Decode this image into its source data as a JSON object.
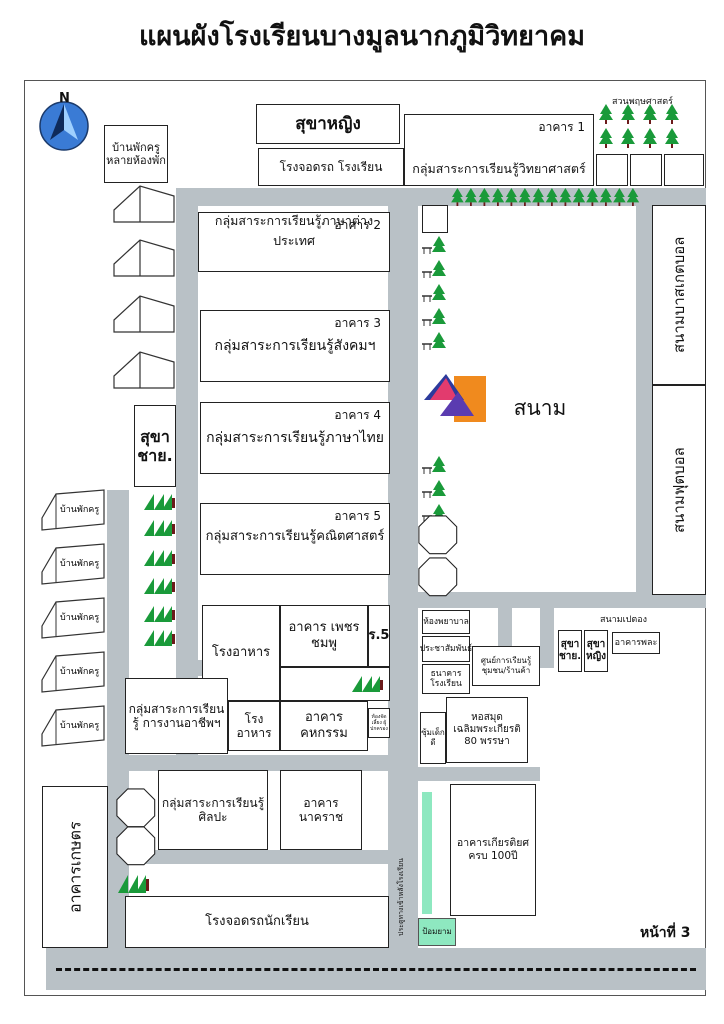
{
  "title": "แผนผังโรงเรียนบางมูลนากภูมิวิทยาคม",
  "compass": {
    "letter": "N",
    "icon": "north-arrow-icon"
  },
  "page_number": "หน้าที่ 3",
  "buildings": {
    "teacher_house_multi": "บ้านพักครู หลายห้องพัก",
    "female_restroom": "สุขาหญิง",
    "school_parking": "โรงจอดรถ โรงเรียน",
    "bld1_num": "อาคาร 1",
    "bld1_name": "กลุ่มสาระการเรียนรู้วิทยาศาสตร์",
    "garden": "สวนพฤษศาสตร์",
    "bld2_num": "อาคาร 2",
    "bld2_name": "กลุ่มสาระการเรียนรู้ภาษาต่างประเทศ",
    "bld3_num": "อาคาร 3",
    "bld3_name": "กลุ่มสาระการเรียนรู้สังคมฯ",
    "bld4_num": "อาคาร 4",
    "bld4_name": "กลุ่มสาระการเรียนรู้ภาษาไทย",
    "bld5_num": "อาคาร 5",
    "bld5_name": "กลุ่มสาระการเรียนรู้คณิตศาสตร์",
    "male_restroom": "สุขา ชาย.",
    "basketball": "สนามบาสเกตบอล",
    "football": "สนามฟุตบอล",
    "field": "สนาม",
    "teacher_house": "บ้านพักครู",
    "canteen1": "โรงอาหาร",
    "phet_building": "อาคาร เพชรชมพู",
    "ror5": "ร.5",
    "vocational": "กลุ่มสาระการเรียนรู้ การงานอาชีพฯ",
    "canteen2": "โรงอาหาร",
    "kahakam": "อาคาร คหกรรม",
    "small_room": "ห้องจัดเลี้ยง ผู้ปกครอง",
    "open_field": "สนามเปตอง",
    "nurse": "ห้องพยาบาล",
    "pr": "ประชาสัมพันธ์",
    "resource": "ศูนย์การเรียนรู้ ชุมชน/ร้านค้า",
    "bank": "ธนาคารโรงเรียน",
    "male_restroom2": "สุขา ชาย.",
    "female_restroom2": "สุขา หญิง",
    "sport_bld": "อาคารพละ",
    "library": "หอสมุดเฉลิมพระเกียรติ 80 พรรษา",
    "guard": "ซุ้มเด็กดี",
    "arts": "กลุ่มสาระการเรียนรู้ ศิลปะ",
    "nakkarat": "อาคาร นาคราช",
    "honor": "อาคารเกียรติยศ ครบ 100ปี",
    "agri": "อาคารเกษตร",
    "student_parking": "โรงจอดรถนักเรียน",
    "back_gate": "ประตูทางเข้าหลังโรงเรียน",
    "front_gate": "ป้อมยาม"
  },
  "colors": {
    "road": "#b9c1c6",
    "tree": "#1a9a3a",
    "tent": "#f08a1e",
    "compass": "#3a7bd5",
    "path": "#8ee8c0"
  }
}
